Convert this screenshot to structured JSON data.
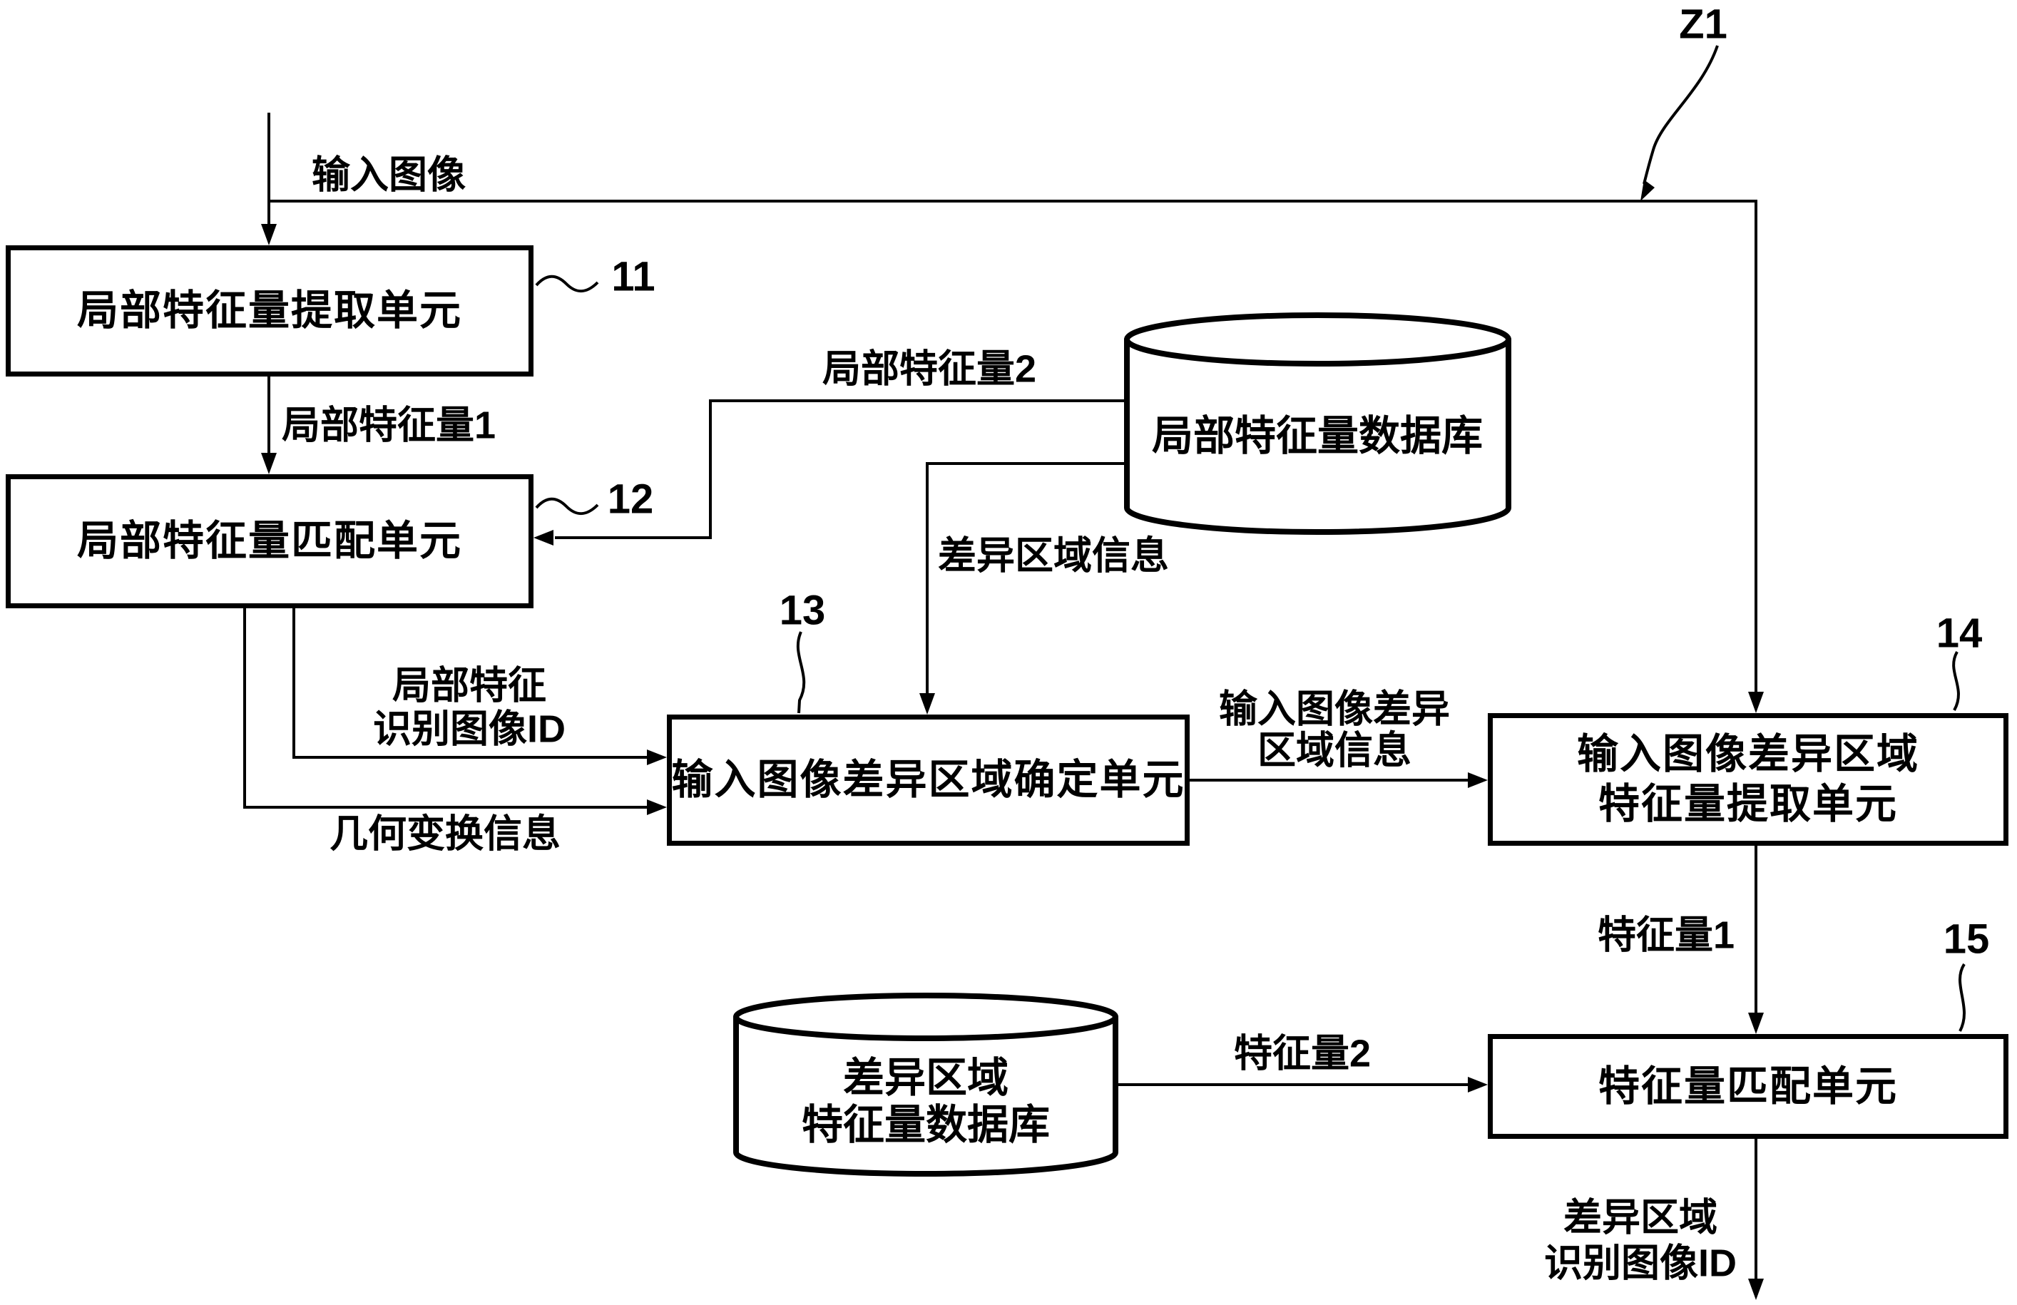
{
  "figure": {
    "ref_label": "Z1",
    "nodes": {
      "box11": {
        "ref": "11",
        "label": "局部特征量提取单元"
      },
      "box12": {
        "ref": "12",
        "label": "局部特征量匹配单元"
      },
      "box13": {
        "ref": "13",
        "label": "输入图像差异区域确定单元"
      },
      "box14": {
        "ref": "14",
        "label_line1": "输入图像差异区域",
        "label_line2": "特征量提取单元"
      },
      "box15": {
        "ref": "15",
        "label": "特征量匹配单元"
      },
      "db_local_feature": {
        "label": "局部特征量数据库"
      },
      "db_diff_region": {
        "label_line1": "差异区域",
        "label_line2": "特征量数据库"
      }
    },
    "edge_labels": {
      "input_image": "输入图像",
      "local_feature_1": "局部特征量1",
      "local_feature_2": "局部特征量2",
      "diff_region_info": "差异区域信息",
      "local_feature_id_line1": "局部特征",
      "local_feature_id_line2": "识别图像ID",
      "geometric_transform_info": "几何变换信息",
      "input_image_diff_line1": "输入图像差异",
      "input_image_diff_line2": "区域信息",
      "feature_1": "特征量1",
      "feature_2": "特征量2",
      "diff_region_id_line1": "差异区域",
      "diff_region_id_line2": "识别图像ID"
    },
    "colors": {
      "ink": "#000000",
      "background": "#ffffff"
    }
  }
}
